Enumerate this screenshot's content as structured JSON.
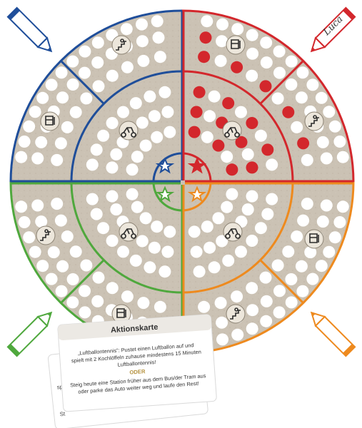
{
  "board": {
    "player_name": "Luca",
    "crayons": [
      {
        "color_name": "blue",
        "hex": "#1f4e9a",
        "label": "",
        "quadrant": "top-left"
      },
      {
        "color_name": "red",
        "hex": "#d3272c",
        "label": "",
        "quadrant": "top-right"
      },
      {
        "color_name": "green",
        "hex": "#4fa83d",
        "label": "",
        "quadrant": "bottom-left"
      },
      {
        "color_name": "orange",
        "hex": "#ee8a1e",
        "label": "",
        "quadrant": "bottom-right"
      }
    ],
    "activity_icons": [
      "stairs-icon",
      "tram-icon",
      "bicycle-icon"
    ],
    "scribbled_dots": 17
  },
  "card": {
    "title": "Aktionskarte",
    "line1": "„Luftballontennis“: Pustet einen Luftballon auf und",
    "line2": "spielt mit 2 Kochlöffeln zuhause mindestens 15 Minuten",
    "line3": "Luftballontennis!",
    "or_label": "ODER",
    "line4": "Steig heute eine Station früher aus dem Bus/der Tram aus",
    "line5": "oder parke das Auto weiter weg und laufe den Rest!",
    "back_card_fragment_1": "sp",
    "back_card_fragment_2": "St"
  }
}
